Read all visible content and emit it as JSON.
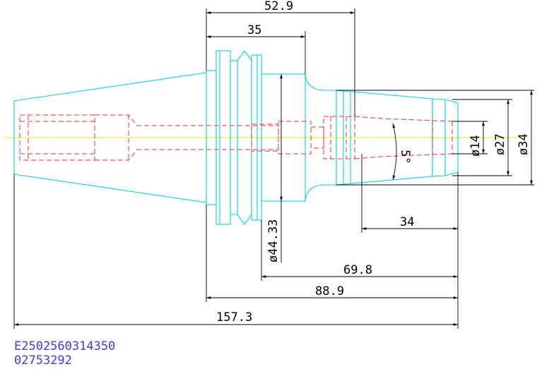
{
  "dimensions": {
    "d_52_9": "52.9",
    "d_35": "35",
    "d_34_len": "34",
    "d_69_8": "69.8",
    "d_88_9": "88.9",
    "d_157_3": "157.3",
    "dia_44_33": "ø44.33",
    "dia_14": "ø14",
    "dia_27": "ø27",
    "dia_34": "ø34",
    "angle_5": "5°"
  },
  "codes": {
    "code1": "E2502560314350",
    "code2": "02753292"
  },
  "colors": {
    "outline": "#00d8e8",
    "hidden": "#ff2a2a",
    "centerline": "#ffe000",
    "dimension": "#000000",
    "code_text": "#3a3aff"
  }
}
